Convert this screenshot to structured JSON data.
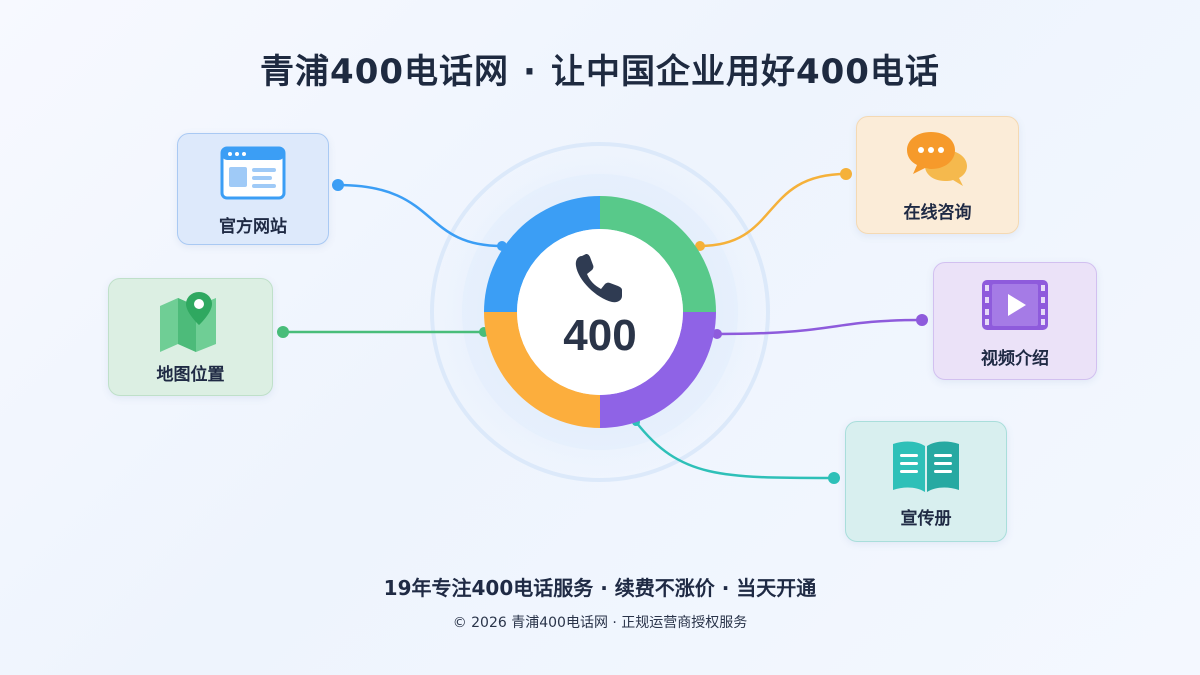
{
  "title": {
    "left": "青浦400电话网",
    "separator": "·",
    "right": "让中国企业用好400电话"
  },
  "hub": {
    "number": "400",
    "icon": "phone-handset-icon",
    "ring_colors": [
      "#3b9ef5",
      "#58c98a",
      "#8f63e6",
      "#fcae3d"
    ]
  },
  "nodes": {
    "website": {
      "label": "官方网站",
      "icon": "browser-window-icon",
      "color": "#3b9ef5"
    },
    "map": {
      "label": "地图位置",
      "icon": "map-pin-icon",
      "color": "#49bd7a"
    },
    "consult": {
      "label": "在线咨询",
      "icon": "chat-bubbles-icon",
      "color": "#f5b13a"
    },
    "video": {
      "label": "视频介绍",
      "icon": "video-film-icon",
      "color": "#8e5bdc"
    },
    "brochure": {
      "label": "宣传册",
      "icon": "open-book-icon",
      "color": "#2ec0b8"
    }
  },
  "tagline": "19年专注400电话服务 · 续费不涨价 · 当天开通",
  "footer": "© 2026 青浦400电话网 · 正规运营商授权服务"
}
